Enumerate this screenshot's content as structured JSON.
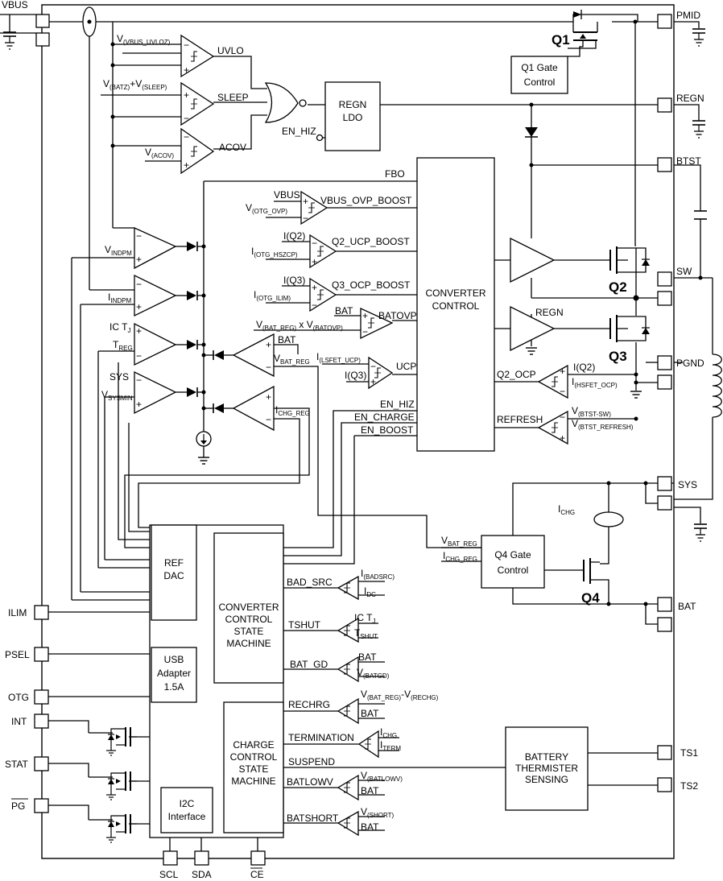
{
  "pins": {
    "vbus": "VBUS",
    "pmid": "PMID",
    "regn": "REGN",
    "btst": "BTST",
    "sw": "SW",
    "pgnd": "PGND",
    "sys": "SYS",
    "bat": "BAT",
    "ts1": "TS1",
    "ts2": "TS2",
    "ilim": "ILIM",
    "psel": "PSEL",
    "otg": "OTG",
    "int": "INT",
    "stat": "STAT",
    "pg": "PG",
    "scl": "SCL",
    "sda": "SDA",
    "ce": "CE"
  },
  "blocks": {
    "q1_gate": [
      "Q1 Gate",
      "Control"
    ],
    "regn_ldo": [
      "REGN",
      "LDO"
    ],
    "converter_control": [
      "CONVERTER",
      "CONTROL"
    ],
    "ref_dac": [
      "REF",
      "DAC"
    ],
    "usb_adapter": [
      "USB",
      "Adapter",
      "1.5A"
    ],
    "i2c": [
      "I2C",
      "Interface"
    ],
    "converter_state_machine": [
      "CONVERTER",
      "CONTROL",
      "STATE",
      "MACHINE"
    ],
    "charge_state_machine": [
      "CHARGE",
      "CONTROL",
      "STATE",
      "MACHINE"
    ],
    "q4_gate": [
      "Q4 Gate",
      "Control"
    ],
    "thermistor": [
      "BATTERY",
      "THERMISTER",
      "SENSING"
    ]
  },
  "transistors": {
    "q1": "Q1",
    "q2": "Q2",
    "q3": "Q3",
    "q4": "Q4"
  },
  "signals": {
    "uvlo": "UVLO",
    "sleep": "SLEEP",
    "acov": "ACOV",
    "en_hiz_top": "EN_HIZ",
    "fbo": "FBO",
    "vbus_ovp_boost": "VBUS_OVP_BOOST",
    "q2_ucp_boost": "Q2_UCP_BOOST",
    "q3_ocp_boost": "Q3_OCP_BOOST",
    "batovp": "BATOVP",
    "ucp": "UCP",
    "en_hiz": "EN_HIZ",
    "en_charge": "EN_CHARGE",
    "en_boost": "EN_BOOST",
    "q2_ocp": "Q2_OCP",
    "refresh": "REFRESH",
    "regn_q3": "REGN",
    "bad_src": "BAD_SRC",
    "tshut": "TSHUT",
    "bat_gd": "BAT_GD",
    "rechrg": "RECHRG",
    "termination": "TERMINATION",
    "suspend": "SUSPEND",
    "batlowv": "BATLOWV",
    "batshort": "BATSHORT",
    "ichg": "I",
    "ichg_sub": "CHG"
  },
  "labels": {
    "vbus_uvloz": {
      "m": "V",
      "s": "(VBUS_UVLOZ)"
    },
    "vbatz_vsleep": {
      "m": "V",
      "s": "(BATZ)",
      "m2": "+V",
      "s2": "(SLEEP)"
    },
    "vacov": {
      "m": "V",
      "s": "(ACOV)"
    },
    "vbus_in": {
      "m": "VBUS"
    },
    "votg_ovp": {
      "m": "V",
      "s": "(OTG_OVP)"
    },
    "i_q2": {
      "m": "I(Q2)"
    },
    "iotg_hszcp": {
      "m": "I",
      "s": "(OTG_HSZCP)"
    },
    "i_q3": {
      "m": "I(Q3)"
    },
    "iotg_ilim": {
      "m": "I",
      "s": "(OTG_ILIM)"
    },
    "bat_ovp_in": {
      "m": "BAT"
    },
    "vbatreg_x": {
      "m": "V",
      "s": "(BAT_REG)",
      "m2": " x V",
      "s2": "(BATOVP)"
    },
    "ilsfet_ucp": {
      "m": "I",
      "s": "(LSFET_UCP)"
    },
    "i_q3_ucp": {
      "m": "I(Q3)"
    },
    "vindpm": {
      "m": "V",
      "s": "INDPM"
    },
    "iindpm": {
      "m": "I",
      "s": "INDPM"
    },
    "ic_tj": {
      "m": "IC T",
      "s": "J"
    },
    "treg": {
      "m": "T",
      "s": "REG"
    },
    "sys_in": {
      "m": "SYS"
    },
    "vsysmin": {
      "m": "V",
      "s": "SYSMIN"
    },
    "bat_in": {
      "m": "BAT"
    },
    "vbat_reg": {
      "m": "V",
      "s": "BAT_REG"
    },
    "ichg_reg": {
      "m": "I",
      "s": "CHG_REG"
    },
    "iq2_ocp": {
      "m": "I(Q2)"
    },
    "ihsfet_ocp": {
      "m": "I",
      "s": "(HSFET_OCP)"
    },
    "vbtst_sw": {
      "m": "V",
      "s": "(BTST-SW)"
    },
    "vbtst_refresh": {
      "m": "V",
      "s": "(BTST_REFRESH)"
    },
    "vbat_reg_q4": {
      "m": "V",
      "s": "BAT_REG"
    },
    "ichg_reg_q4": {
      "m": "I",
      "s": "CHG_REG"
    },
    "ibadsrc": {
      "m": "I",
      "s": "(BADSRC)"
    },
    "idc": {
      "m": "I",
      "s": "DC"
    },
    "ic_tj2": {
      "m": "IC T",
      "s": "J"
    },
    "tshut_in": {
      "m": "T",
      "s": "SHUT"
    },
    "bat_gd_in": {
      "m": "BAT"
    },
    "vbatgd": {
      "m": "V",
      "s": "(BATGD)"
    },
    "vrechg": {
      "m": "V",
      "s": "(BAT_REG)",
      "m2": "-V",
      "s2": "(RECHG)"
    },
    "bat_rechg": {
      "m": "BAT"
    },
    "ichg_term": {
      "m": "I",
      "s": "CHG"
    },
    "iterm": {
      "m": "I",
      "s": "TERM"
    },
    "vbatlowv": {
      "m": "V",
      "s": "(BATLOWV)"
    },
    "bat_lowv": {
      "m": "BAT"
    },
    "vshort": {
      "m": "V",
      "s": "(SHORT)"
    },
    "bat_short": {
      "m": "BAT"
    }
  }
}
